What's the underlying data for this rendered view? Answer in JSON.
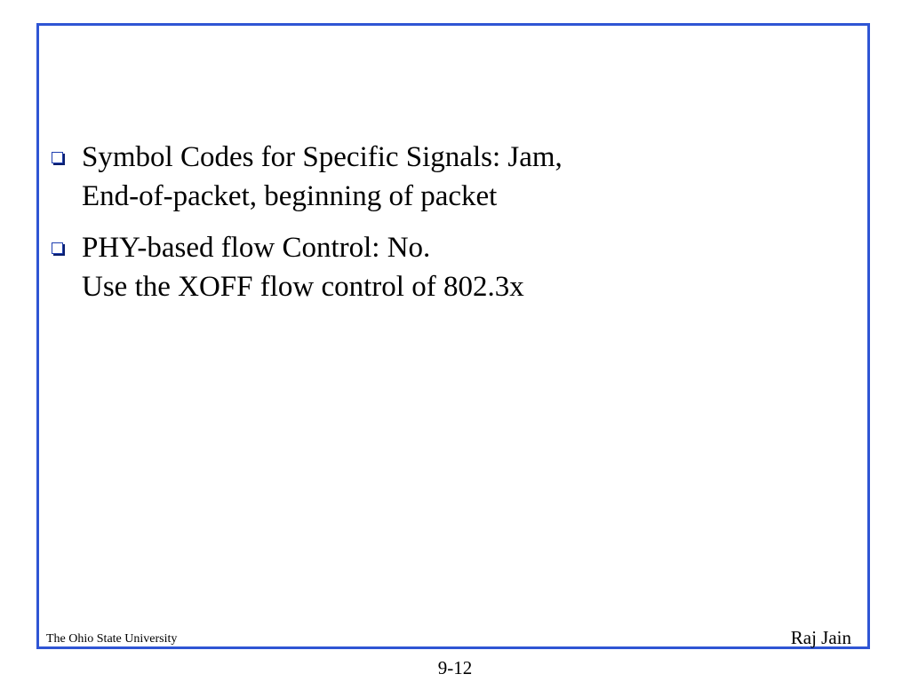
{
  "slide": {
    "bullets": [
      {
        "lines": [
          "Symbol Codes for Specific Signals: Jam,",
          "End-of-packet, beginning of packet"
        ]
      },
      {
        "lines": [
          "PHY-based flow Control: No.",
          "Use the XOFF flow control of 802.3x"
        ]
      }
    ]
  },
  "footer": {
    "institution": "The Ohio State University",
    "author": "Raj Jain",
    "page_number": "9-12"
  },
  "colors": {
    "frame_border": "#2f55d4",
    "bullet_marker": "#1f3fb0"
  },
  "icons": {
    "bullet_marker": "hollow-square-bullet-icon"
  }
}
